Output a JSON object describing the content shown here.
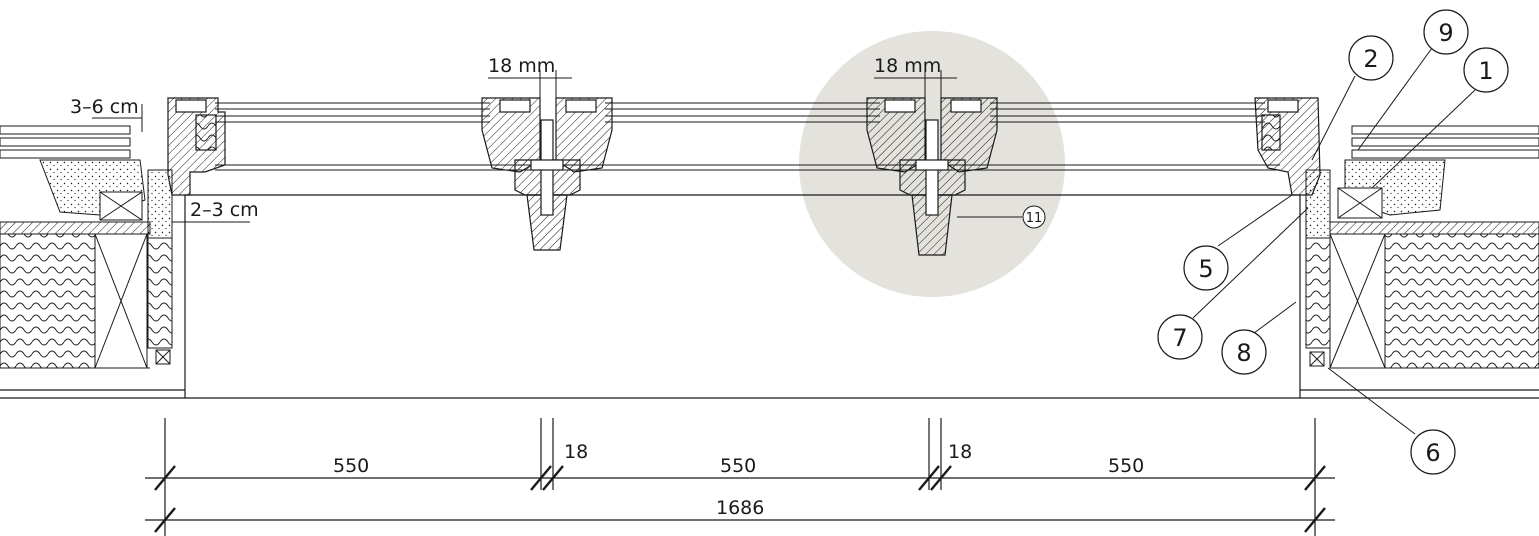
{
  "drawing": {
    "annotations": {
      "gap_top_left": "3–6 cm",
      "gap_side_left": "2–3 cm",
      "joint_left": "18 mm",
      "joint_right": "18 mm"
    },
    "dimensions": {
      "span_1": "550",
      "joint_1": "18",
      "span_2": "550",
      "joint_2": "18",
      "span_3": "550",
      "total": "1686"
    },
    "callouts": [
      "1",
      "2",
      "5",
      "6",
      "7",
      "8",
      "9",
      "11"
    ],
    "colors": {
      "line": "#1a1a1a",
      "highlight": "#e4e2dc",
      "section_fill": "#d9d9d9"
    }
  }
}
